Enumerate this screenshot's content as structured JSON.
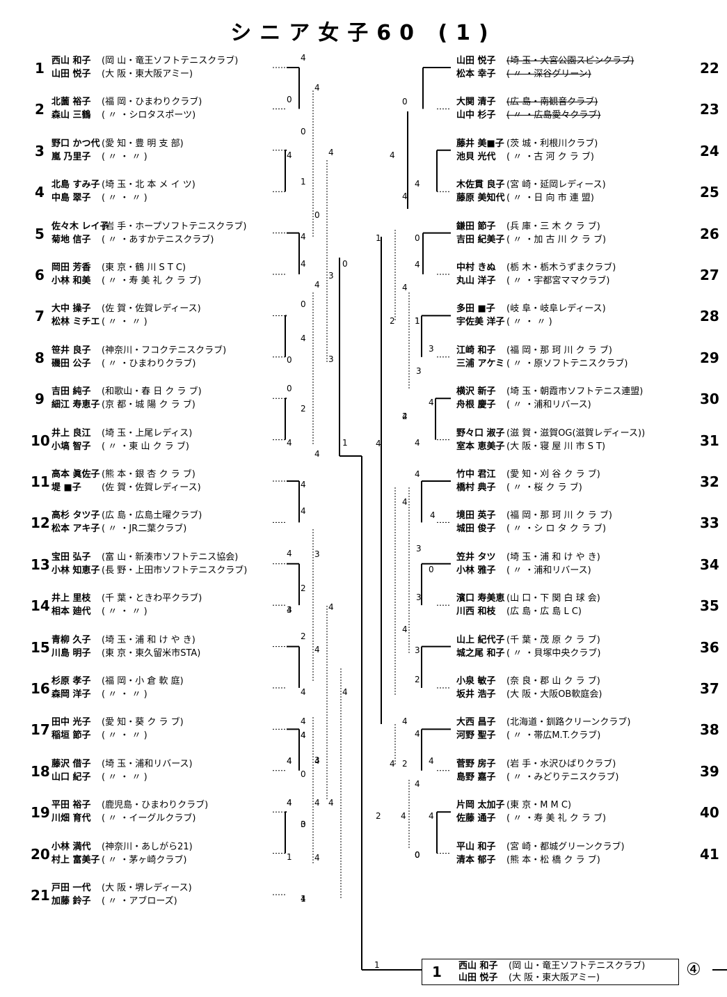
{
  "title": "シニア女子60 (1)",
  "left_entries": [
    {
      "no": "1",
      "p1": {
        "name": "西山 和子",
        "aff": "(岡 山・竜王ソフトテニスクラブ)"
      },
      "p2": {
        "name": "山田 悦子",
        "aff": "(大 阪・東大阪アミー)"
      }
    },
    {
      "no": "2",
      "p1": {
        "name": "北薗 裕子",
        "aff": "(福 岡・ひまわりクラブ)"
      },
      "p2": {
        "name": "森山 三鶴",
        "aff": "( 〃 ・シロタスポーツ)"
      }
    },
    {
      "no": "3",
      "p1": {
        "name": "野口 かつ代",
        "aff": "(愛 知・豊 明 支 部)"
      },
      "p2": {
        "name": "嵐 乃里子",
        "aff": "( 〃 ・ 〃 )"
      }
    },
    {
      "no": "4",
      "p1": {
        "name": "北島 すみ子",
        "aff": "(埼 玉・北 本 メ イ ツ)"
      },
      "p2": {
        "name": "中島 翠子",
        "aff": "( 〃 ・ 〃 )"
      }
    },
    {
      "no": "5",
      "p1": {
        "name": "佐々木 レイ子",
        "aff": "(岩 手・ホープソフトテニスクラブ)"
      },
      "p2": {
        "name": "菊地 信子",
        "aff": "( 〃 ・あすかテニスクラブ)"
      }
    },
    {
      "no": "6",
      "p1": {
        "name": "岡田 芳香",
        "aff": "(東 京・鶴 川 S T C)"
      },
      "p2": {
        "name": "小林 和美",
        "aff": "( 〃 ・寿 美 礼 ク ラ ブ)"
      }
    },
    {
      "no": "7",
      "p1": {
        "name": "大中 操子",
        "aff": "(佐 賀・佐賀レディース)"
      },
      "p2": {
        "name": "松林 ミチエ",
        "aff": "( 〃 ・ 〃 )"
      }
    },
    {
      "no": "8",
      "p1": {
        "name": "笹井 良子",
        "aff": "(神奈川・フコクテニスクラブ)"
      },
      "p2": {
        "name": "磯田 公子",
        "aff": "( 〃 ・ひまわりクラブ)"
      }
    },
    {
      "no": "9",
      "p1": {
        "name": "吉田 純子",
        "aff": "(和歌山・春 日 ク ラ ブ)"
      },
      "p2": {
        "name": "細江 寿恵子",
        "aff": "(京 都・城 陽 ク ラ ブ)"
      }
    },
    {
      "no": "10",
      "p1": {
        "name": "井上 良江",
        "aff": "(埼 玉・上尾レディス)"
      },
      "p2": {
        "name": "小塙 智子",
        "aff": "( 〃 ・東 山 ク ラ ブ)"
      }
    },
    {
      "no": "11",
      "p1": {
        "name": "高本 眞佐子",
        "aff": "(熊 本・銀 杏 ク ラ ブ)"
      },
      "p2": {
        "name": "堤 ■子",
        "aff": "(佐 賀・佐賀レディース)"
      }
    },
    {
      "no": "12",
      "p1": {
        "name": "高杉 タツ子",
        "aff": "(広 島・広島土曜クラブ)"
      },
      "p2": {
        "name": "松本 アキ子",
        "aff": "( 〃 ・JR二葉クラブ)"
      }
    },
    {
      "no": "13",
      "p1": {
        "name": "宝田 弘子",
        "aff": "(富 山・新湊市ソフトテニス協会)"
      },
      "p2": {
        "name": "小林 知恵子",
        "aff": "(長 野・上田市ソフトテニスクラブ)"
      }
    },
    {
      "no": "14",
      "p1": {
        "name": "井上 里枝",
        "aff": "(千 葉・ときわ平クラブ)"
      },
      "p2": {
        "name": "相本 廸代",
        "aff": "( 〃 ・ 〃 )"
      }
    },
    {
      "no": "15",
      "p1": {
        "name": "青柳 久子",
        "aff": "(埼 玉・浦 和 け や き)"
      },
      "p2": {
        "name": "川島 明子",
        "aff": "(東 京・東久留米市STA)"
      }
    },
    {
      "no": "16",
      "p1": {
        "name": "杉原 孝子",
        "aff": "(福 岡・小 倉 軟 庭)"
      },
      "p2": {
        "name": "森岡 洋子",
        "aff": "( 〃 ・ 〃 )"
      }
    },
    {
      "no": "17",
      "p1": {
        "name": "田中 光子",
        "aff": "(愛 知・葵 ク ラ ブ)"
      },
      "p2": {
        "name": "稲垣 節子",
        "aff": "( 〃 ・ 〃 )"
      }
    },
    {
      "no": "18",
      "p1": {
        "name": "藤沢 借子",
        "aff": "(埼 玉・浦和リバース)"
      },
      "p2": {
        "name": "山口 紀子",
        "aff": "( 〃 ・ 〃 )"
      }
    },
    {
      "no": "19",
      "p1": {
        "name": "平田 裕子",
        "aff": "(鹿児島・ひまわりクラブ)"
      },
      "p2": {
        "name": "川畑 育代",
        "aff": "( 〃 ・イーグルクラブ)"
      }
    },
    {
      "no": "20",
      "p1": {
        "name": "小林 満代",
        "aff": "(神奈川・あしがら21)"
      },
      "p2": {
        "name": "村上 富美子",
        "aff": "( 〃 ・茅ヶ崎クラブ)"
      }
    },
    {
      "no": "21",
      "p1": {
        "name": "戸田 一代",
        "aff": "(大 阪・堺レディース)"
      },
      "p2": {
        "name": "加藤 鈴子",
        "aff": "( 〃 ・アブローズ)"
      }
    }
  ],
  "right_entries": [
    {
      "no": "22",
      "struck": true,
      "p1": {
        "name": "山田 悦子",
        "aff": "(埼 玉・大宮公園スピンクラブ)"
      },
      "p2": {
        "name": "松本 幸子",
        "aff": "( 〃 ・深谷グリーン)"
      }
    },
    {
      "no": "23",
      "struck": true,
      "p1": {
        "name": "大関 清子",
        "aff": "(広 島・南観音クラブ)"
      },
      "p2": {
        "name": "山中 杉子",
        "aff": "( 〃 ・広島愛々クラブ)"
      }
    },
    {
      "no": "24",
      "p1": {
        "name": "藤井 美■子",
        "aff": "(茨 城・利根川クラブ)"
      },
      "p2": {
        "name": "池貝 光代",
        "aff": "( 〃 ・古 河 ク ラ ブ)"
      }
    },
    {
      "no": "25",
      "p1": {
        "name": "木佐貫 良子",
        "aff": "(宮 崎・延岡レディース)"
      },
      "p2": {
        "name": "藤原 美知代",
        "aff": "( 〃 ・日 向 市 連 盟)"
      }
    },
    {
      "no": "26",
      "p1": {
        "name": "鎌田 節子",
        "aff": "(兵 庫・三 木 ク ラ ブ)"
      },
      "p2": {
        "name": "吉田 紀美子",
        "aff": "( 〃 ・加 古 川 ク ラ ブ)"
      }
    },
    {
      "no": "27",
      "p1": {
        "name": "中村 きぬ",
        "aff": "(栃 木・栃木うずまクラブ)"
      },
      "p2": {
        "name": "丸山 洋子",
        "aff": "( 〃 ・宇都宮ママクラブ)"
      }
    },
    {
      "no": "28",
      "p1": {
        "name": "多田 ■子",
        "aff": "(岐 阜・岐阜レディース)"
      },
      "p2": {
        "name": "宇佐美 洋子",
        "aff": "( 〃 ・ 〃 )"
      }
    },
    {
      "no": "29",
      "p1": {
        "name": "江崎 和子",
        "aff": "(福 岡・那 珂 川 ク ラ ブ)"
      },
      "p2": {
        "name": "三浦 アケミ",
        "aff": "( 〃 ・原ソフトテニスクラブ)"
      }
    },
    {
      "no": "30",
      "p1": {
        "name": "横沢 新子",
        "aff": "(埼 玉・朝霞市ソフトテニス連盟)"
      },
      "p2": {
        "name": "舟根 慶子",
        "aff": "( 〃 ・浦和リバース)"
      }
    },
    {
      "no": "31",
      "p1": {
        "name": "野々口 淑子",
        "aff": "(滋 賀・滋賀OG(滋賀レディース))"
      },
      "p2": {
        "name": "室本 恵美子",
        "aff": "(大 阪・寝 屋 川 市 S T)"
      }
    },
    {
      "no": "32",
      "p1": {
        "name": "竹中 君江",
        "aff": "(愛 知・刈 谷 ク ラ ブ)"
      },
      "p2": {
        "name": "橋村 典子",
        "aff": "( 〃 ・桜 ク ラ ブ)"
      }
    },
    {
      "no": "33",
      "p1": {
        "name": "境田 英子",
        "aff": "(福 岡・那 珂 川 ク ラ ブ)"
      },
      "p2": {
        "name": "城田 俊子",
        "aff": "( 〃 ・シ ロ タ ク ラ ブ)"
      }
    },
    {
      "no": "34",
      "p1": {
        "name": "笠井 タツ",
        "aff": "(埼 玉・浦 和 け や き)"
      },
      "p2": {
        "name": "小林 雅子",
        "aff": "( 〃 ・浦和リバース)"
      }
    },
    {
      "no": "35",
      "p1": {
        "name": "濱口 寿美恵",
        "aff": "(山 口・下 関 白 球 会)"
      },
      "p2": {
        "name": "川西 和枝",
        "aff": "(広 島・広 島 L C)"
      }
    },
    {
      "no": "36",
      "p1": {
        "name": "山上 紀代子",
        "aff": "(千 葉・茂 原 ク ラ ブ)"
      },
      "p2": {
        "name": "城之尾 和子",
        "aff": "( 〃 ・貝塚中央クラブ)"
      }
    },
    {
      "no": "37",
      "p1": {
        "name": "小泉 敏子",
        "aff": "(奈 良・郡 山 ク ラ ブ)"
      },
      "p2": {
        "name": "坂井 浩子",
        "aff": "(大 阪・大阪OB軟庭会)"
      }
    },
    {
      "no": "38",
      "p1": {
        "name": "大西 昌子",
        "aff": "(北海道・釧路クリーンクラブ)"
      },
      "p2": {
        "name": "河野 聖子",
        "aff": "( 〃 ・帯広M.T.クラブ)"
      }
    },
    {
      "no": "39",
      "p1": {
        "name": "菅野 房子",
        "aff": "(岩 手・水沢ひばりクラブ)"
      },
      "p2": {
        "name": "島野 嘉子",
        "aff": "( 〃 ・みどりテニスクラブ)"
      }
    },
    {
      "no": "40",
      "p1": {
        "name": "片岡 太加子",
        "aff": "(東 京・M M C)"
      },
      "p2": {
        "name": "佐藤 通子",
        "aff": "( 〃 ・寿 美 礼 ク ラ ブ)"
      }
    },
    {
      "no": "41",
      "p1": {
        "name": "平山 和子",
        "aff": "(宮 崎・都城グリーンクラブ)"
      },
      "p2": {
        "name": "清本 郁子",
        "aff": "(熊 本・松 橋 ク ラ ブ)"
      }
    }
  ],
  "scores_left": [
    "4",
    "4",
    "0",
    "0",
    "4",
    "1",
    "0",
    "4",
    "4",
    "4",
    "0",
    "4",
    "0",
    "3",
    "0",
    "2",
    "4",
    "4",
    "4",
    "4",
    "3",
    "2",
    "3",
    "4",
    "2",
    "4",
    "4",
    "4",
    "3",
    "0",
    "4",
    "4",
    "0",
    "1",
    "4",
    "4",
    "4",
    "0",
    "4",
    "1",
    "4",
    "4",
    "3",
    "4",
    "4",
    "4",
    "3",
    "4",
    "4",
    "4",
    "4",
    "1"
  ],
  "scores_right": [
    "0",
    "4",
    "1",
    "0",
    "4",
    "4",
    "2",
    "4",
    "4",
    "1",
    "4",
    "4",
    "3",
    "3",
    "4",
    "2",
    "4",
    "4",
    "4",
    "4",
    "0",
    "3",
    "3",
    "4",
    "3",
    "4",
    "4",
    "2",
    "2",
    "4",
    "4",
    "4",
    "0",
    "4",
    "4",
    "0",
    "1",
    "2",
    "0"
  ],
  "final": {
    "score": "1",
    "no": "1",
    "p1": {
      "name": "西山 和子",
      "aff": "(岡 山・竜王ソフトテニスクラブ)"
    },
    "p2": {
      "name": "山田 悦子",
      "aff": "(大 阪・東大阪アミー)"
    },
    "mark": "④"
  }
}
